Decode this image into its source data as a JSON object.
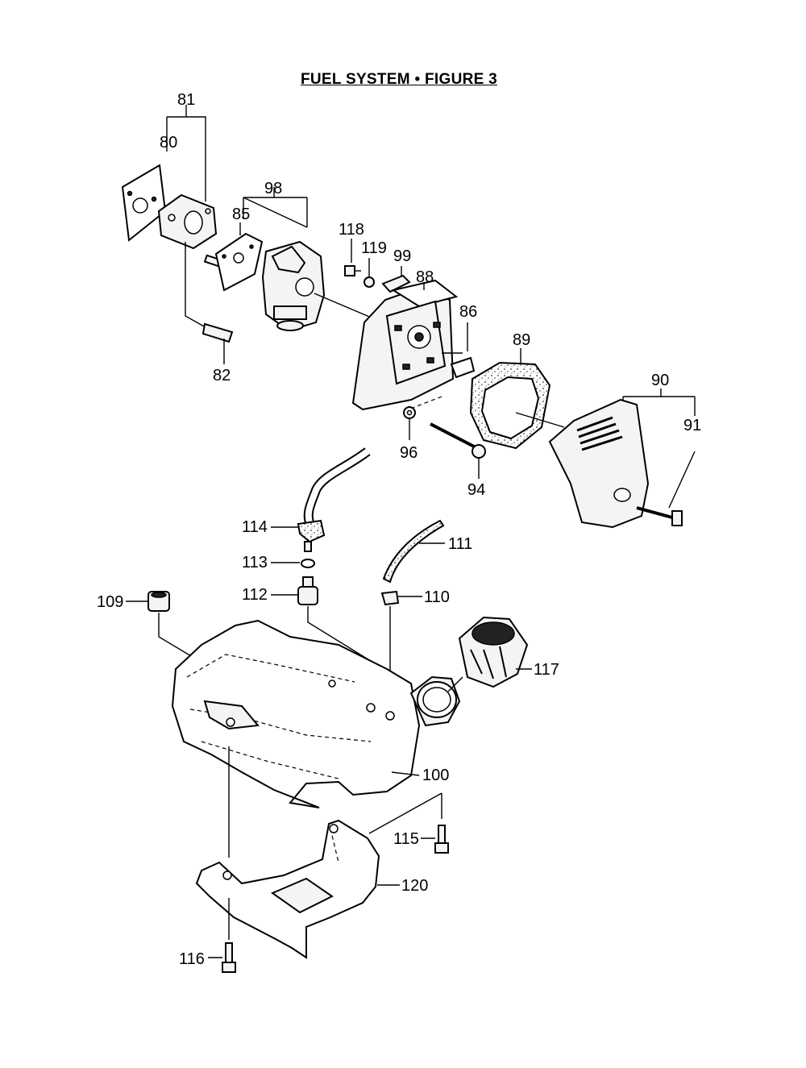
{
  "title": "FUEL SYSTEM  •  FIGURE 3",
  "labels": {
    "p80": "80",
    "p81": "81",
    "p82": "82",
    "p85": "85",
    "p86": "86",
    "p88": "88",
    "p89": "89",
    "p90": "90",
    "p91": "91",
    "p94": "94",
    "p96": "96",
    "p98": "98",
    "p99": "99",
    "p100": "100",
    "p109": "109",
    "p110": "110",
    "p111": "111",
    "p112": "112",
    "p113": "113",
    "p114": "114",
    "p115": "115",
    "p116": "116",
    "p117": "117",
    "p118": "118",
    "p119": "119",
    "p120": "120"
  }
}
